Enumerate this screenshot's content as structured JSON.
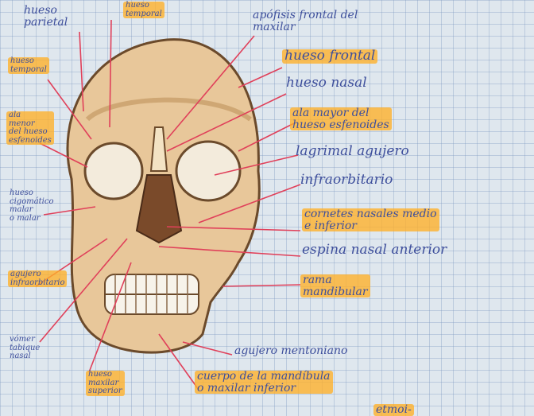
{
  "labels": {
    "parietal": "hueso\nparietal",
    "temporal_top": "hueso\ntemporal",
    "frontal_process": "apófisis frontal del\nmaxilar",
    "frontal": "hueso frontal",
    "nasal": "hueso nasal",
    "sphenoid": "ala mayor del\nhueso esfenoides",
    "lacrimal": "lagrimal agujero",
    "infraorbital": "infraorbitario",
    "conchae": "cornetes nasales medio\ne inferior",
    "nasal_spine": "espina nasal anterior",
    "ramus": "rama\nmandibular",
    "mental_foramen": "agujero mentoniano",
    "mandible_body": "cuerpo de la mandíbula\no maxilar inferior",
    "maxilla": "hueso\nmaxilar\nsuperior",
    "vomer": "vómer\ntabique\nnasal",
    "infraorbital_left": "agujero\ninfraorbitario",
    "zygomatic": "hueso\ncigomático\nmalar\no malar",
    "sphenoid_left": "ala\nmenor\ndel hueso\nesfenoides",
    "temporal_left": "hueso\ntemporal",
    "bottom_right": "etmoi-"
  },
  "colors": {
    "ink": "#3e4f9c",
    "marker": "#ffb028",
    "pointer": "#e0405a",
    "skull_fill": "#e8c79a",
    "skull_outline": "#6b4a2b"
  }
}
